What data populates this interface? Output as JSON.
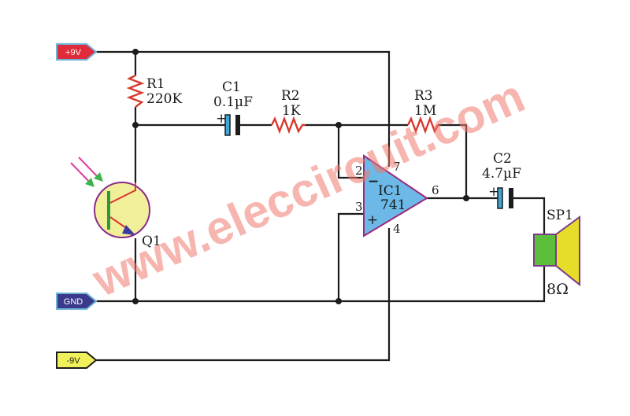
{
  "terminals": {
    "vplus": {
      "label": "+9V",
      "color": "#e02b3a",
      "text_color": "#ffffff"
    },
    "gnd": {
      "label": "GND",
      "color": "#3a3a8c",
      "text_color": "#ffffff"
    },
    "vminus": {
      "label": "-9V",
      "color": "#f0f05a",
      "text_color": "#1a1a1a"
    }
  },
  "components": {
    "r1": {
      "ref": "R1",
      "value": "220K"
    },
    "c1": {
      "ref": "C1",
      "value": "0.1µF"
    },
    "r2": {
      "ref": "R2",
      "value": "1K"
    },
    "r3": {
      "ref": "R3",
      "value": "1M"
    },
    "c2": {
      "ref": "C2",
      "value": "4.7µF"
    },
    "ic1": {
      "ref": "IC1",
      "part": "741",
      "pin_inv": "2",
      "pin_noninv": "3",
      "pin_vplus": "7",
      "pin_vminus": "4",
      "pin_out": "6",
      "minus_sign": "−",
      "plus_sign": "+"
    },
    "q1": {
      "ref": "Q1"
    },
    "sp1": {
      "ref": "SP1",
      "value": "8Ω"
    },
    "cap_polarity": "+"
  },
  "watermark": "www.eleccircuit.com",
  "colors": {
    "resistor": "#d8392e",
    "cap_plate": "#3fa6d8",
    "opamp_fill": "#6cb8e6",
    "opamp_stroke": "#9c2a7a",
    "transistor_fill": "#f2ef9a",
    "transistor_stroke": "#8a2a8a",
    "speaker_green": "#5bbf3c",
    "speaker_yellow": "#e6dd2a",
    "light_arrow_green": "#3bb54a",
    "light_arrow_pink": "#e0409a"
  }
}
